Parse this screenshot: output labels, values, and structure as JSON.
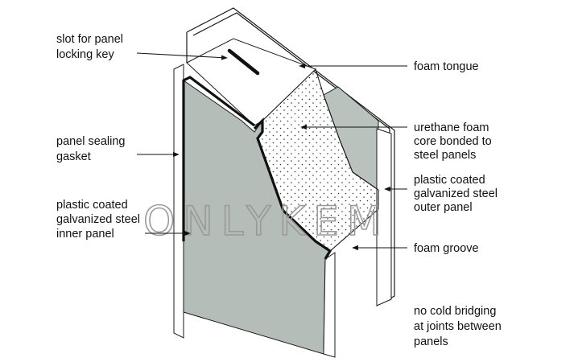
{
  "labels": {
    "slot_for_panel_locking_key": [
      "slot for panel",
      "locking key"
    ],
    "foam_tongue": [
      "foam tongue"
    ],
    "panel_sealing_gasket": [
      "panel sealing",
      "gasket"
    ],
    "urethane_foam_core": [
      "urethane foam",
      "core bonded to",
      "steel panels"
    ],
    "inner_panel": [
      "plastic coated",
      "galvanized steel",
      "inner panel"
    ],
    "outer_panel": [
      "plastic coated",
      "galvanized steel",
      "outer panel"
    ],
    "foam_groove": [
      "foam groove"
    ],
    "no_cold_bridging": [
      "no cold bridging",
      "at joints between",
      "panels"
    ]
  },
  "watermark": "ONLYKEM",
  "colors": {
    "panel_face": "#b5bdb8",
    "panel_face_back": "#b9c2bc",
    "panel_white": "#ffffff",
    "outline": "#1a1a1a",
    "foam_dot": "#333333",
    "watermark": "#9a9a9a"
  }
}
